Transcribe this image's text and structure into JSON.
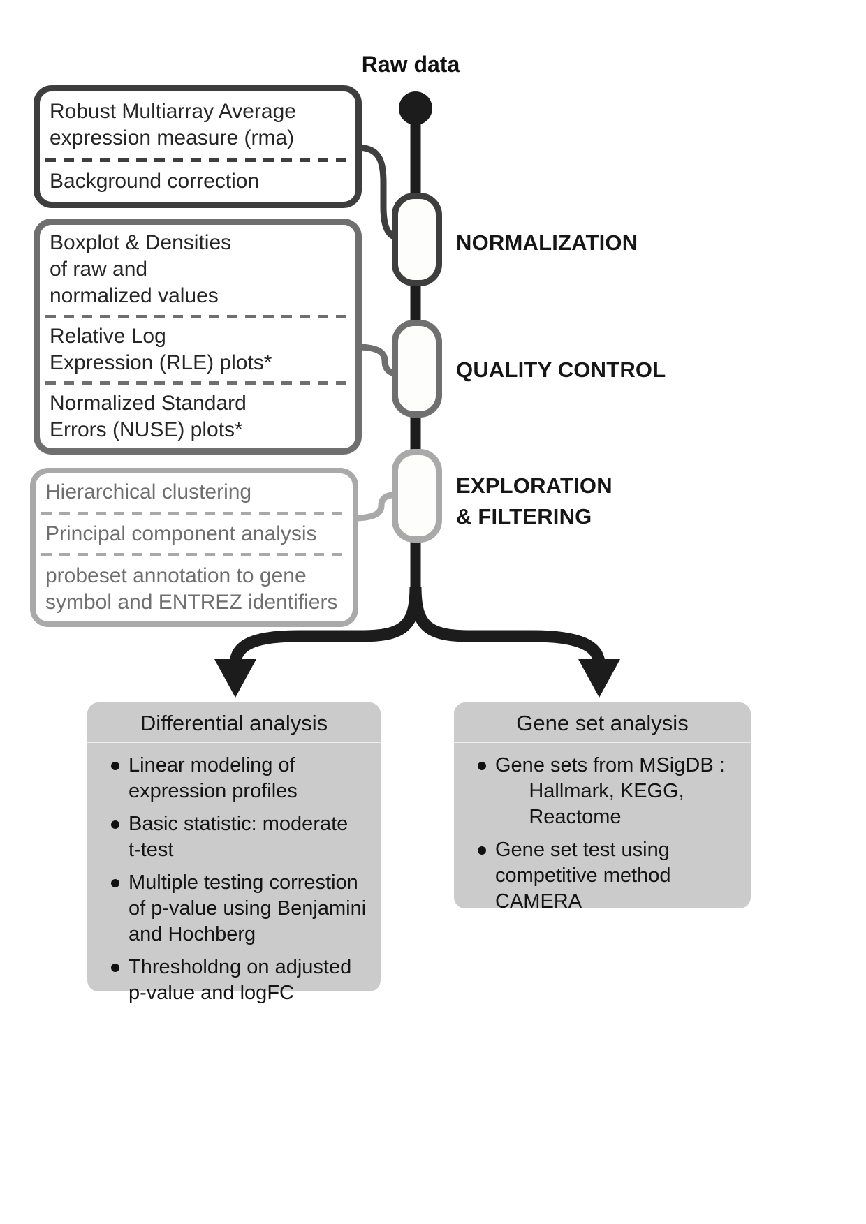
{
  "raw_data_label": "Raw data",
  "stages": [
    {
      "name": "NORMALIZATION",
      "items": [
        "Robust Multiarray Average\nexpression measure (rma)",
        "Background correction"
      ]
    },
    {
      "name": "QUALITY CONTROL",
      "items": [
        "Boxplot & Densities\nof raw and\nnormalized values",
        "Relative Log\nExpression (RLE) plots*",
        "Normalized Standard\nErrors (NUSE) plots*"
      ]
    },
    {
      "name": "EXPLORATION\n& FILTERING",
      "items": [
        "Hierarchical clustering",
        "Principal component analysis",
        "probeset annotation to gene\nsymbol and ENTREZ identifiers"
      ]
    }
  ],
  "outputs": [
    {
      "title": "Differential analysis",
      "bullets": [
        "Linear modeling of\nexpression profiles",
        "Basic statistic: moderate\nt-test",
        "Multiple testing correstion\nof p-value using Benjamini\nand Hochberg",
        "Thresholdng on adjusted\np-value and logFC"
      ]
    },
    {
      "title": "Gene set analysis",
      "bullets": [
        "Gene sets from MSigDB :\n      Hallmark, KEGG,\n      Reactome",
        "Gene set test using\ncompetitive method\nCAMERA"
      ]
    }
  ],
  "colors": {
    "line": "#1c1c1c",
    "stage1": "#3e3e3e",
    "stage2": "#6f6f6f",
    "stage3": "#a9a9a9",
    "text": "#262626",
    "muted-text": "#6f6f6f",
    "panel-bg": "#cbcbcb"
  }
}
